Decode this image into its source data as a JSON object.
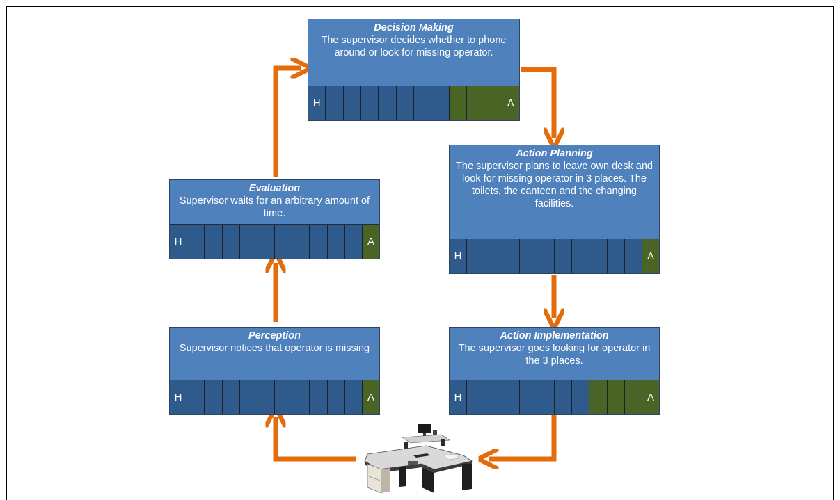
{
  "colors": {
    "arrow": "#e46c0a",
    "box": "#4f81bd",
    "cell_human": "#2f5b8c",
    "cell_auto": "#4a6425"
  },
  "stages": [
    {
      "id": "decision-making",
      "title": "Decision Making",
      "text": "The supervisor decides whether to phone around or look for missing operator.",
      "left_label": "H",
      "right_label": "A",
      "levels": 12,
      "automation_start": 9
    },
    {
      "id": "action-planning",
      "title": "Action Planning",
      "text": "The supervisor plans to leave own desk and look for missing operator in 3 places. The toilets, the canteen and the changing facilities.",
      "left_label": "H",
      "right_label": "A",
      "levels": 12,
      "automation_start": 12
    },
    {
      "id": "action-implementation",
      "title": "Action Implementation",
      "text": "The supervisor goes looking for operator in the 3 places.",
      "left_label": "H",
      "right_label": "A",
      "levels": 12,
      "automation_start": 9
    },
    {
      "id": "perception",
      "title": "Perception",
      "text": "Supervisor notices that operator is missing",
      "left_label": "H",
      "right_label": "A",
      "levels": 12,
      "automation_start": 12
    },
    {
      "id": "evaluation",
      "title": "Evaluation",
      "text": "Supervisor waits for an arbitrary amount of time.",
      "left_label": "H",
      "right_label": "A",
      "levels": 12,
      "automation_start": 12
    }
  ],
  "desk_image": "office-desk-icon"
}
